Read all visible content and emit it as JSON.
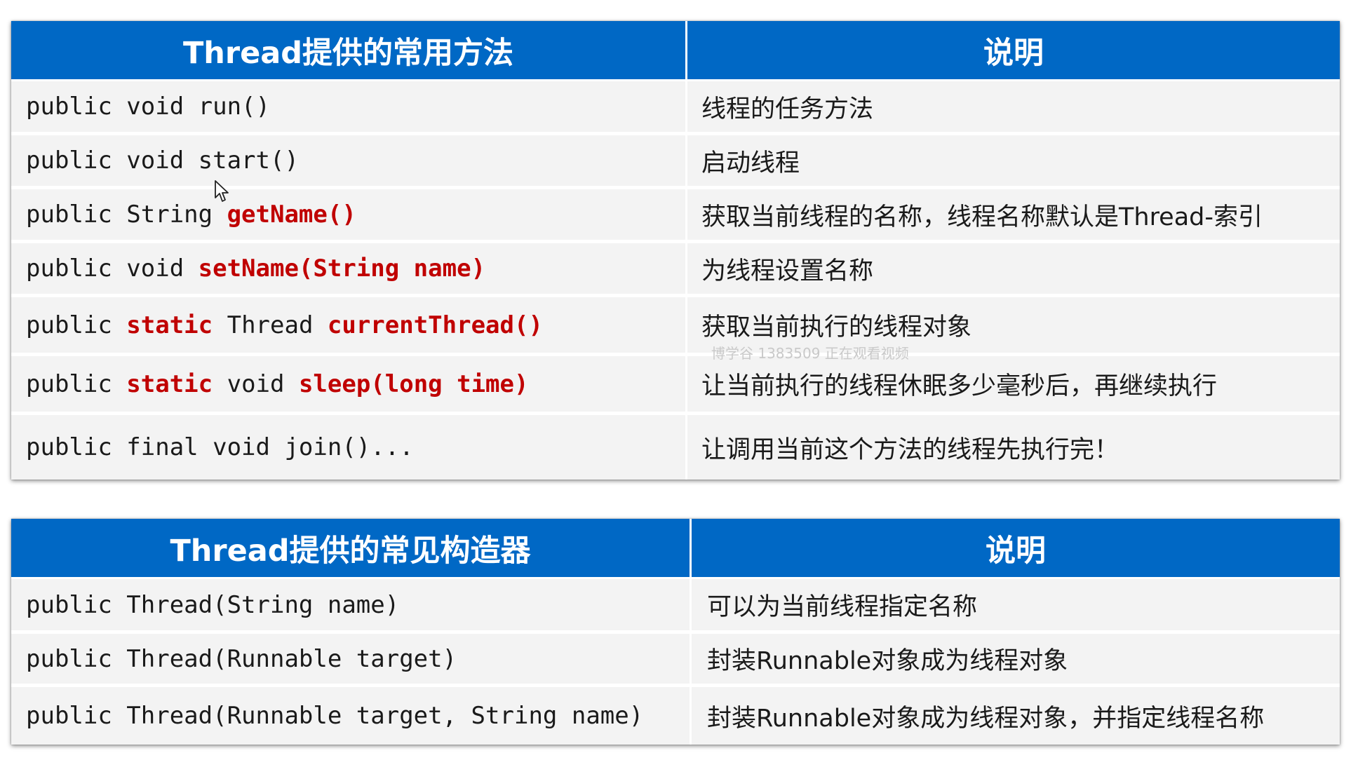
{
  "methods_table": {
    "header": {
      "method_col": "Thread提供的常用方法",
      "desc_col": "说明"
    },
    "rows": [
      {
        "code": [
          {
            "t": "public void run()",
            "h": false
          }
        ],
        "desc": "线程的任务方法"
      },
      {
        "code": [
          {
            "t": "public void start()",
            "h": false
          }
        ],
        "desc": "启动线程"
      },
      {
        "code": [
          {
            "t": "public String ",
            "h": false
          },
          {
            "t": "getName()",
            "h": true
          }
        ],
        "desc": "获取当前线程的名称，线程名称默认是Thread-索引"
      },
      {
        "code": [
          {
            "t": "public void ",
            "h": false
          },
          {
            "t": "setName(String name)",
            "h": true
          }
        ],
        "desc": "为线程设置名称"
      },
      {
        "code": [
          {
            "t": "public ",
            "h": false
          },
          {
            "t": "static",
            "h": true
          },
          {
            "t": " Thread ",
            "h": false
          },
          {
            "t": "currentThread()",
            "h": true
          }
        ],
        "desc": "获取当前执行的线程对象"
      },
      {
        "code": [
          {
            "t": "public ",
            "h": false
          },
          {
            "t": "static",
            "h": true
          },
          {
            "t": " void ",
            "h": false
          },
          {
            "t": "sleep(long time)",
            "h": true
          }
        ],
        "desc": "让当前执行的线程休眠多少毫秒后，再继续执行"
      },
      {
        "code": [
          {
            "t": "public final void join()...",
            "h": false
          }
        ],
        "desc": "让调用当前这个方法的线程先执行完！"
      }
    ]
  },
  "constructors_table": {
    "header": {
      "ctor_col": "Thread提供的常见构造器",
      "desc_col": "说明"
    },
    "rows": [
      {
        "code": [
          {
            "t": "public Thread(String name)",
            "h": false
          }
        ],
        "desc": "可以为当前线程指定名称"
      },
      {
        "code": [
          {
            "t": "public Thread(Runnable target)",
            "h": false
          }
        ],
        "desc": "封装Runnable对象成为线程对象"
      },
      {
        "code": [
          {
            "t": "public Thread(Runnable target, String name)",
            "h": false
          }
        ],
        "desc": "封装Runnable对象成为线程对象，并指定线程名称"
      }
    ]
  },
  "watermark": "博学谷 1383509 正在观看视频",
  "colors": {
    "header_bg": "#0068c5",
    "header_text": "#ffffff",
    "highlight": "#c00000",
    "row_bg": "#f3f3f3"
  },
  "icons": [
    "mouse-cursor-icon"
  ]
}
